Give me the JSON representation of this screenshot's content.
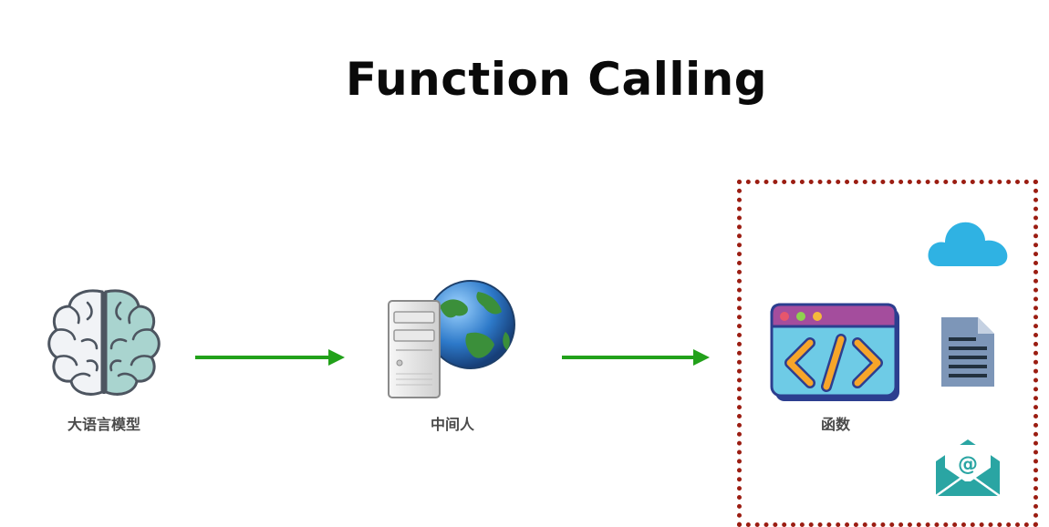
{
  "title": "Function Calling",
  "nodes": {
    "llm": {
      "label": "大语言模型",
      "icon": "brain-icon"
    },
    "middleman": {
      "label": "中间人",
      "icon": "server-globe-icon"
    },
    "functions": {
      "label": "函数",
      "icon": "code-window-icon"
    }
  },
  "tools": [
    {
      "icon": "cloud-icon"
    },
    {
      "icon": "document-icon"
    },
    {
      "icon": "email-icon"
    }
  ],
  "colors": {
    "arrow": "#22a11a",
    "box_border": "#9b1d12",
    "cloud": "#2fb2e3",
    "document": "#7d96b8",
    "email": "#2aa5a3"
  }
}
